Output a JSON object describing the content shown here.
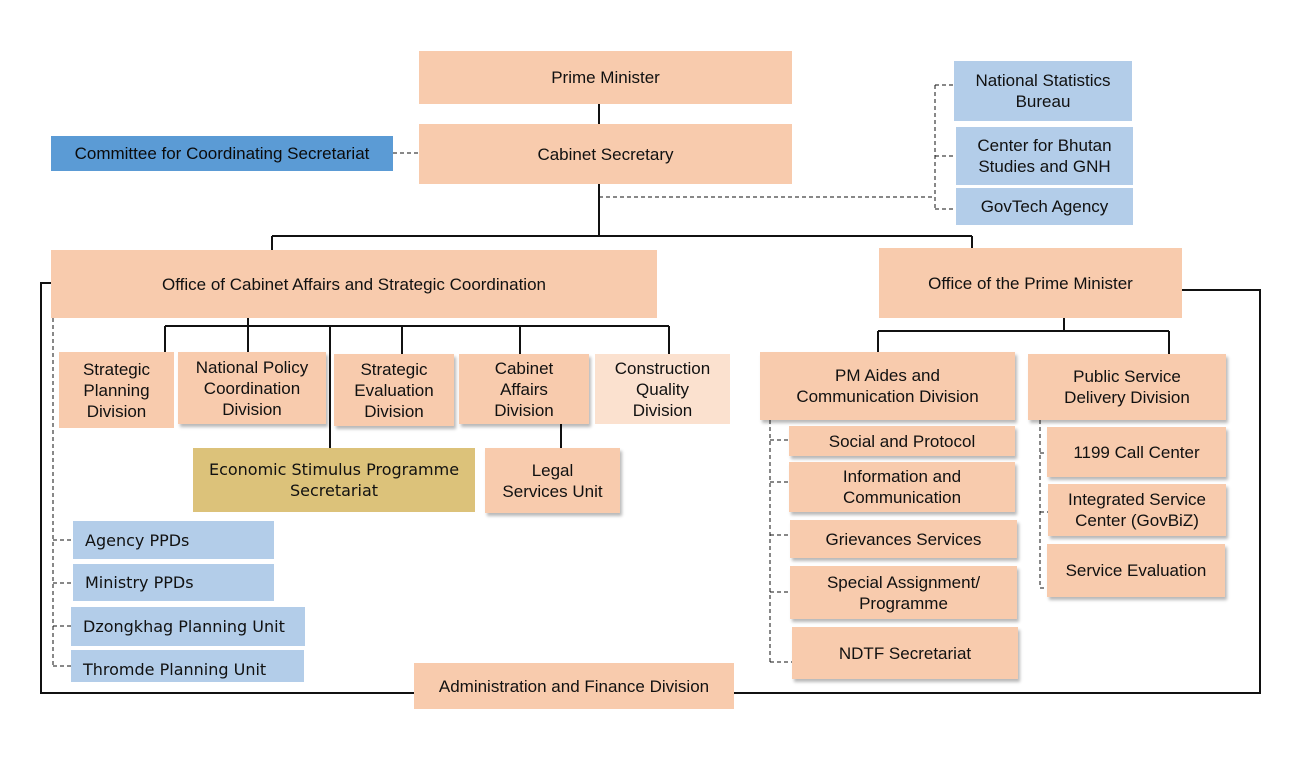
{
  "nodes": {
    "prime_minister": "Prime Minister",
    "cabinet_secretary": "Cabinet Secretary",
    "committee": "Committee for Coordinating Secretariat",
    "nsb": "National Statistics Bureau",
    "cbs": "Center for Bhutan Studies and GNH",
    "govtech": "GovTech Agency",
    "ocasc": "Office of Cabinet Affairs and Strategic Coordination",
    "opm": "Office of the Prime Minister",
    "spd": "Strategic Planning Division",
    "npcd": "National Policy Coordination Division",
    "sed": "Strategic Evaluation Division",
    "cad": "Cabinet Affairs Division",
    "cqd": "Construction Quality Division",
    "esps": "Economic Stimulus Programme Secretariat",
    "lsu": "Legal Services Unit",
    "agency_ppds": "Agency PPDs",
    "ministry_ppds": "Ministry PPDs",
    "dzongkhag": "Dzongkhag Planning Unit",
    "thromde": "Thromde Planning Unit",
    "pmacd": "PM Aides and Communication Division",
    "psdd": "Public Service Delivery Division",
    "social": "Social and Protocol",
    "info": "Information and Communication",
    "grievances": "Grievances Services",
    "special": "Special Assignment/ Programme",
    "ndtf": "NDTF Secretariat",
    "call1199": "1199 Call Center",
    "isc": "Integrated Service Center (GovBiZ)",
    "service_eval": "Service Evaluation",
    "admin": "Administration and Finance Division"
  },
  "colors": {
    "peach": "#f8cbad",
    "faint_peach": "#fbe1cf",
    "light_blue": "#b3cde9",
    "dark_blue": "#5b9bd5",
    "olive": "#dcc27a"
  }
}
